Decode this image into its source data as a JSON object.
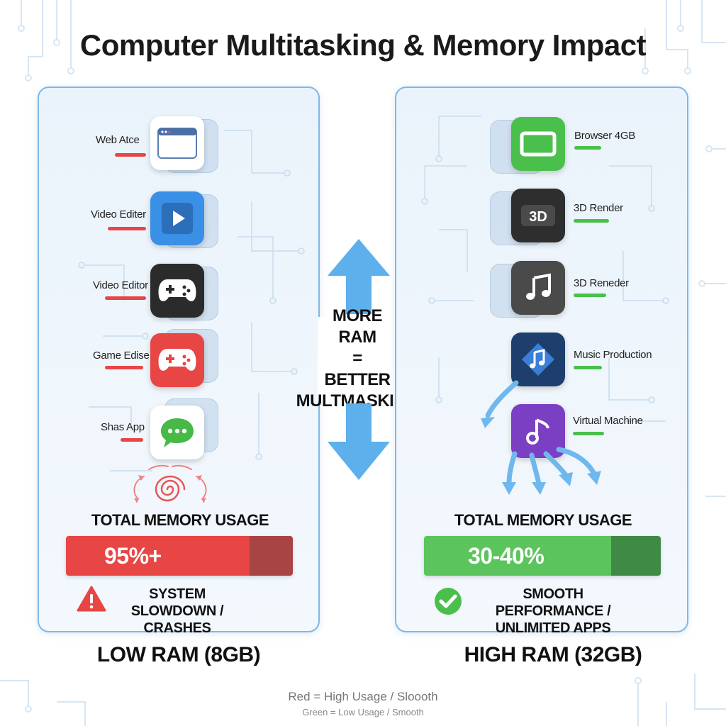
{
  "title": "Computer Multitasking & Memory Impact",
  "center_message": [
    "MORE RAM",
    "= BETTER",
    "MULTMASKING"
  ],
  "low_ram": {
    "label": "LOW RAM (8GB)",
    "apps": [
      {
        "name": "Web Atce",
        "icon": "browser-window-icon",
        "color": "#ffffff"
      },
      {
        "name": "Video Editer",
        "icon": "play-icon",
        "color": "#3a8fe6"
      },
      {
        "name": "Video Editor",
        "icon": "gamepad-icon",
        "color": "#2b2b2b"
      },
      {
        "name": "Game Edise",
        "icon": "gamepad-icon",
        "color": "#e84545"
      },
      {
        "name": "Shas App",
        "icon": "chat-bubble-icon",
        "color": "#ffffff"
      }
    ],
    "total_label": "TOTAL MEMORY USAGE",
    "usage_text": "95%+",
    "usage_fraction": 0.81,
    "bar_color": "#e84545",
    "bar_rest_color": "#a84444",
    "status": [
      "SYSTEM SLOWDOWN /",
      "CRASHES"
    ],
    "status_icon": "warning-icon"
  },
  "high_ram": {
    "label": "HIGH RAM (32GB)",
    "apps": [
      {
        "name": "Browser  4GB",
        "icon": "window-icon",
        "color": "#4bbf4b"
      },
      {
        "name": "3D Render",
        "icon": "3d-icon",
        "color": "#2e2e2e"
      },
      {
        "name": "3D Reneder",
        "icon": "music-note-icon",
        "color": "#4a4a4a"
      },
      {
        "name": "Music Production",
        "icon": "music-note-icon",
        "color": "#1e4e8c"
      },
      {
        "name": "Virtual Machine",
        "icon": "music-note-icon",
        "color": "#7b3fc4"
      }
    ],
    "total_label": "TOTAL MEMORY USAGE",
    "usage_text": "30-40%",
    "usage_fraction": 0.79,
    "bar_color": "#5cc45c",
    "bar_rest_color": "#3f8a44",
    "status": [
      "SMOOTH PERFORMANCE /",
      "UNLIMITED APPS"
    ],
    "status_icon": "checkmark-icon"
  },
  "legend": {
    "line1": "Red = High Usage / Sloooth",
    "line2": "Green = Low Usage / Smooth"
  }
}
